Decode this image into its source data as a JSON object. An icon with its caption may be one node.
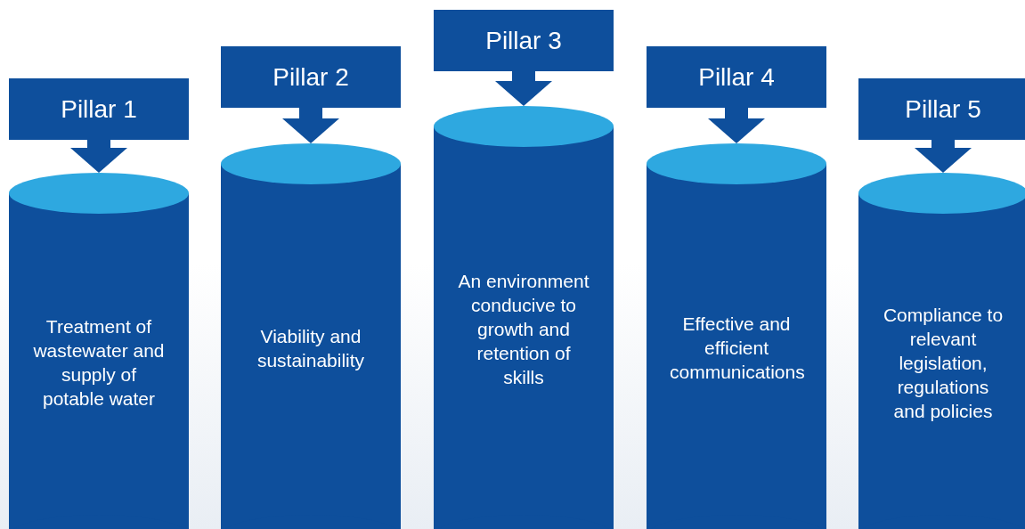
{
  "diagram": {
    "nodes": [
      {
        "text": [
          "Pillar 1"
        ]
      },
      {
        "text": [
          "Treatment of wastewater and supply of potable water"
        ]
      },
      {
        "text": [
          "Pillar 2"
        ]
      },
      {
        "text": [
          "Viability and sustainability"
        ]
      },
      {
        "text": [
          "Pillar 3"
        ]
      },
      {
        "text": [
          "An environment conducive to growth and retention of skills"
        ]
      },
      {
        "text": [
          "Pillar 4"
        ]
      },
      {
        "text": [
          "Effective and efficient communications"
        ]
      },
      {
        "text": [
          "Pillar 5"
        ]
      },
      {
        "text": [
          "Compliance to relevant legislation, regulations and policies"
        ]
      }
    ],
    "edges": [
      {
        "from": 0,
        "to": 1,
        "arrow": "to"
      },
      {
        "from": 2,
        "to": 3,
        "arrow": "to"
      },
      {
        "from": 4,
        "to": 5,
        "arrow": "to"
      },
      {
        "from": 6,
        "to": 7,
        "arrow": "to"
      },
      {
        "from": 8,
        "to": 9,
        "arrow": "to"
      }
    ]
  }
}
